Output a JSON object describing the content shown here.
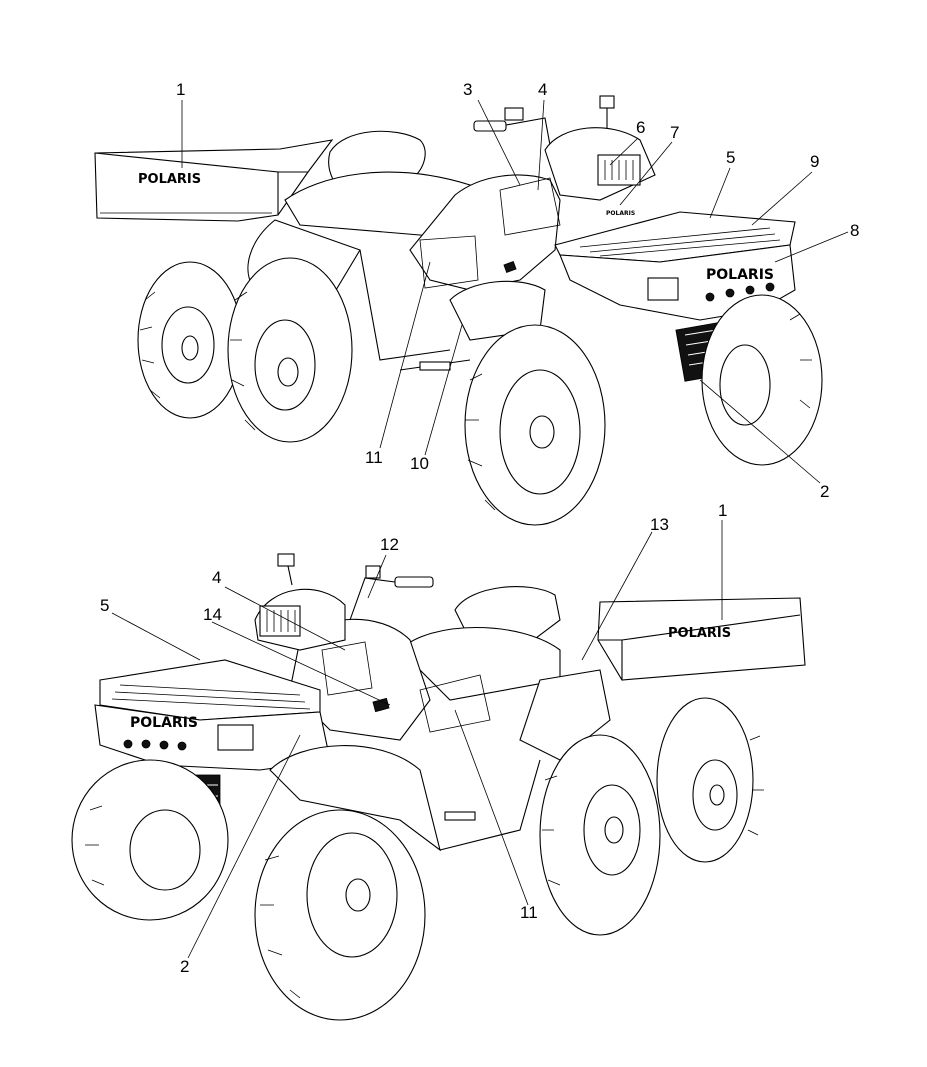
{
  "diagram": {
    "callouts_upper": [
      "1",
      "3",
      "4",
      "6",
      "7",
      "5",
      "9",
      "8",
      "11",
      "10",
      "2"
    ],
    "callouts_lower": [
      "12",
      "4",
      "5",
      "14",
      "13",
      "1",
      "11",
      "2"
    ],
    "logo": "POLARIS",
    "small_decal": "POLARIS"
  }
}
